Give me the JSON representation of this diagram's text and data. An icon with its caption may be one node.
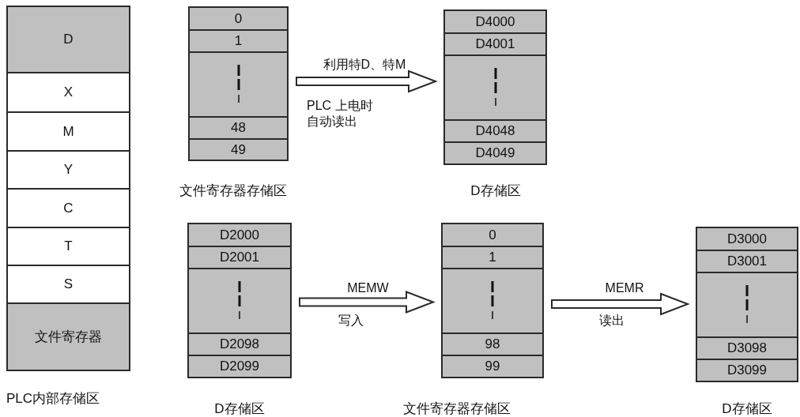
{
  "diagram": {
    "nodes": [
      {
        "text": [],
        "shape": "box",
        "beside": [
          "PLC内部存储区"
        ]
      },
      {
        "text": [
          "D"
        ],
        "in": 0
      },
      {
        "text": [
          "X"
        ],
        "in": 0
      },
      {
        "text": [
          "M"
        ],
        "in": 0
      },
      {
        "text": [
          "Y"
        ],
        "in": 0
      },
      {
        "text": [
          "C"
        ],
        "in": 0
      },
      {
        "text": [
          "T"
        ],
        "in": 0
      },
      {
        "text": [
          "S"
        ],
        "in": 0
      },
      {
        "text": [
          "文件寄存器"
        ],
        "in": 0
      },
      {
        "text": [],
        "shape": "box",
        "beside": [
          "文件寄存器存储区"
        ]
      },
      {
        "text": [
          "0"
        ],
        "in": 9
      },
      {
        "text": [
          "1"
        ],
        "in": 9
      },
      {
        "text": [],
        "shape": "box",
        "in": 9
      },
      {
        "text": [
          "48"
        ],
        "in": 9
      },
      {
        "text": [
          "49"
        ],
        "in": 9
      },
      {
        "text": [],
        "shape": "box",
        "beside": [
          "D存储区"
        ]
      },
      {
        "text": [
          "D4000"
        ],
        "in": 15
      },
      {
        "text": [
          "D4001"
        ],
        "in": 15
      },
      {
        "text": [],
        "shape": "box",
        "in": 15
      },
      {
        "text": [
          "D4048"
        ],
        "in": 15
      },
      {
        "text": [
          "D4049"
        ],
        "in": 15
      },
      {
        "text": [],
        "shape": "box",
        "beside": [
          "D存储区"
        ]
      },
      {
        "text": [
          "D2000"
        ],
        "in": 21
      },
      {
        "text": [
          "D2001"
        ],
        "in": 21
      },
      {
        "text": [],
        "shape": "box",
        "in": 21
      },
      {
        "text": [
          "D2098"
        ],
        "in": 21
      },
      {
        "text": [
          "D2099"
        ],
        "in": 21
      },
      {
        "text": [],
        "shape": "box",
        "beside": [
          "文件寄存器存储区"
        ]
      },
      {
        "text": [
          "0"
        ],
        "in": 27
      },
      {
        "text": [
          "1"
        ],
        "in": 27
      },
      {
        "text": [],
        "shape": "box",
        "in": 27
      },
      {
        "text": [
          "98"
        ],
        "in": 27
      },
      {
        "text": [
          "99"
        ],
        "in": 27
      },
      {
        "text": [],
        "shape": "box",
        "beside": [
          "D存储区"
        ]
      },
      {
        "text": [
          "D3000"
        ],
        "in": 33
      },
      {
        "text": [
          "D3001"
        ],
        "in": 33
      },
      {
        "text": [],
        "shape": "box",
        "in": 33
      },
      {
        "text": [
          "D3098"
        ],
        "in": 33
      },
      {
        "text": [
          "D3099"
        ],
        "in": 33
      }
    ],
    "edges": [
      {
        "from": 9,
        "to": 15,
        "arrow": "to",
        "label": "利用特D、特M"
      },
      {
        "from": 21,
        "to": 27,
        "arrow": "to",
        "label": "MEMW"
      },
      {
        "from": 27,
        "to": 33,
        "arrow": "to",
        "label": "MEMR"
      }
    ],
    "labels": [
      "PLC 上电时自动读出",
      "写入",
      "读出"
    ]
  }
}
